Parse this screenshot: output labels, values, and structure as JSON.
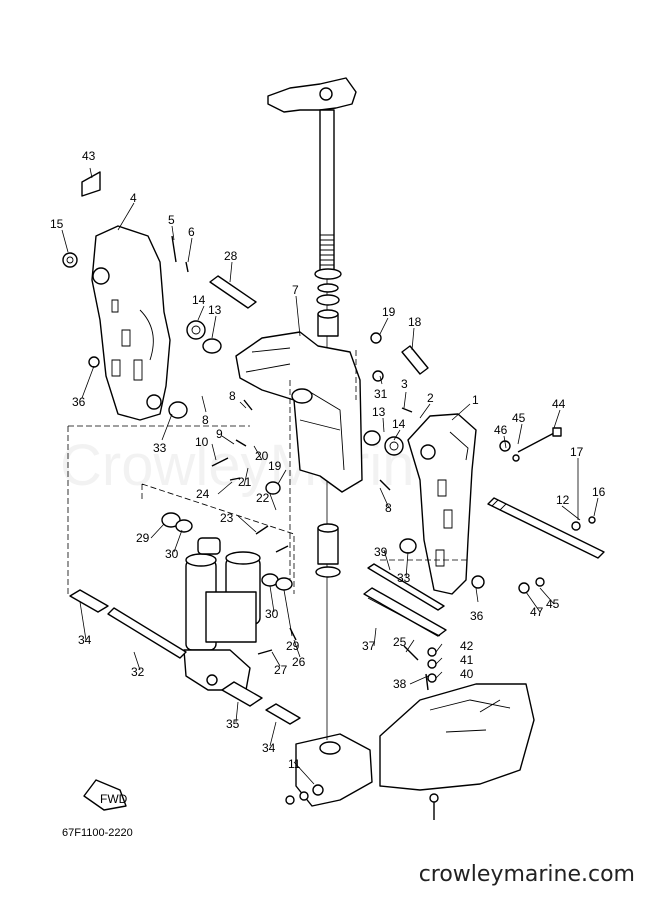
{
  "diagram_code": "67F1100-2220",
  "fwd_label": "FWD",
  "website": "crowleymarine.com",
  "watermark": "CrowleyMarine",
  "callouts": [
    {
      "id": "c1",
      "text": "1"
    },
    {
      "id": "c2",
      "text": "2"
    },
    {
      "id": "c3",
      "text": "3"
    },
    {
      "id": "c4",
      "text": "4"
    },
    {
      "id": "c5",
      "text": "5"
    },
    {
      "id": "c6",
      "text": "6"
    },
    {
      "id": "c7",
      "text": "7"
    },
    {
      "id": "c8a",
      "text": "8"
    },
    {
      "id": "c8b",
      "text": "8"
    },
    {
      "id": "c8c",
      "text": "8"
    },
    {
      "id": "c9",
      "text": "9"
    },
    {
      "id": "c10",
      "text": "10"
    },
    {
      "id": "c11",
      "text": "11"
    },
    {
      "id": "c12",
      "text": "12"
    },
    {
      "id": "c13a",
      "text": "13"
    },
    {
      "id": "c13b",
      "text": "13"
    },
    {
      "id": "c14a",
      "text": "14"
    },
    {
      "id": "c14b",
      "text": "14"
    },
    {
      "id": "c15",
      "text": "15"
    },
    {
      "id": "c16",
      "text": "16"
    },
    {
      "id": "c17",
      "text": "17"
    },
    {
      "id": "c18",
      "text": "18"
    },
    {
      "id": "c19a",
      "text": "19"
    },
    {
      "id": "c19b",
      "text": "19"
    },
    {
      "id": "c20",
      "text": "20"
    },
    {
      "id": "c21",
      "text": "21"
    },
    {
      "id": "c22",
      "text": "22"
    },
    {
      "id": "c23",
      "text": "23"
    },
    {
      "id": "c24",
      "text": "24"
    },
    {
      "id": "c25",
      "text": "25"
    },
    {
      "id": "c26",
      "text": "26"
    },
    {
      "id": "c27",
      "text": "27"
    },
    {
      "id": "c28",
      "text": "28"
    },
    {
      "id": "c29a",
      "text": "29"
    },
    {
      "id": "c29b",
      "text": "29"
    },
    {
      "id": "c30a",
      "text": "30"
    },
    {
      "id": "c30b",
      "text": "30"
    },
    {
      "id": "c31",
      "text": "31"
    },
    {
      "id": "c32",
      "text": "32"
    },
    {
      "id": "c33a",
      "text": "33"
    },
    {
      "id": "c33b",
      "text": "33"
    },
    {
      "id": "c34a",
      "text": "34"
    },
    {
      "id": "c34b",
      "text": "34"
    },
    {
      "id": "c35",
      "text": "35"
    },
    {
      "id": "c36a",
      "text": "36"
    },
    {
      "id": "c36b",
      "text": "36"
    },
    {
      "id": "c37",
      "text": "37"
    },
    {
      "id": "c38",
      "text": "38"
    },
    {
      "id": "c39",
      "text": "39"
    },
    {
      "id": "c40",
      "text": "40"
    },
    {
      "id": "c41",
      "text": "41"
    },
    {
      "id": "c42",
      "text": "42"
    },
    {
      "id": "c43",
      "text": "43"
    },
    {
      "id": "c44",
      "text": "44"
    },
    {
      "id": "c45a",
      "text": "45"
    },
    {
      "id": "c45b",
      "text": "45"
    },
    {
      "id": "c46",
      "text": "46"
    },
    {
      "id": "c47",
      "text": "47"
    }
  ]
}
